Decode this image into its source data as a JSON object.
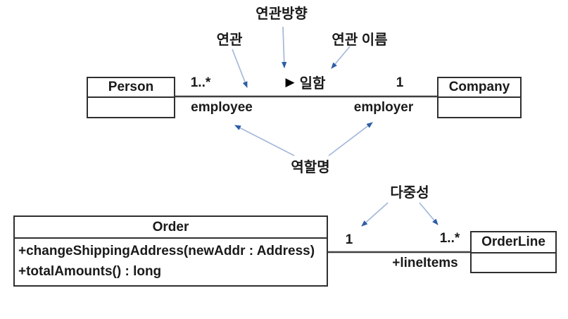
{
  "colors": {
    "arrow_line": "#a3b8d9",
    "arrow_head": "#2e5da6",
    "box_border": "#2f2f2f",
    "assoc_line": "#3f3f3f",
    "text": "#1a1a1a",
    "background": "#ffffff"
  },
  "top_diagram": {
    "person_class": {
      "name": "Person"
    },
    "company_class": {
      "name": "Company"
    },
    "association": {
      "direction_marker": "▶",
      "name": "일함",
      "left_multiplicity": "1..*",
      "right_multiplicity": "1",
      "left_role": "employee",
      "right_role": "employer"
    },
    "callouts": {
      "association_label": "연관",
      "direction_label": "연관방향",
      "name_label": "연관 이름",
      "role_label": "역할명"
    }
  },
  "bottom_diagram": {
    "order_class": {
      "name": "Order",
      "methods": [
        "+changeShippingAddress(newAddr : Address)",
        "+totalAmounts() : long"
      ]
    },
    "orderline_class": {
      "name": "OrderLine"
    },
    "association": {
      "left_multiplicity": "1",
      "right_multiplicity": "1..*",
      "role": "+lineItems"
    },
    "callouts": {
      "multiplicity_label": "다중성"
    }
  }
}
